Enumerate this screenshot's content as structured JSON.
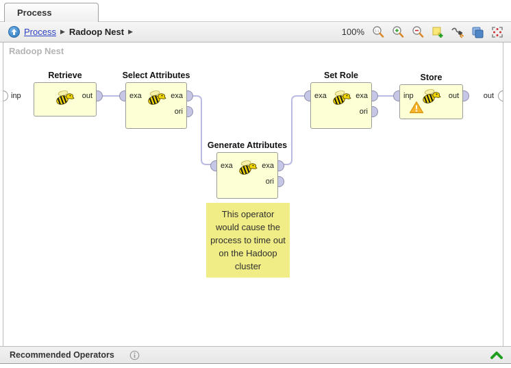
{
  "tab": {
    "label": "Process"
  },
  "breadcrumb": {
    "up_icon": "up-arrow-icon",
    "link": "Process",
    "separator": "▶",
    "current": "Radoop Nest"
  },
  "toolbar": {
    "zoom_level": "100%",
    "icons": [
      "zoom-reset-icon",
      "zoom-in-icon",
      "zoom-out-icon",
      "add-note-icon",
      "auto-wire-icon",
      "extract-subprocess-icon",
      "fit-view-icon"
    ]
  },
  "canvas": {
    "label": "Radoop Nest",
    "edge_ports": {
      "left": "inp",
      "right": "out"
    },
    "operators": [
      {
        "title": "Retrieve",
        "in_ports": [],
        "out_ports": [
          "out"
        ],
        "warning": false
      },
      {
        "title": "Select Attributes",
        "in_ports": [
          "exa"
        ],
        "out_ports": [
          "exa",
          "ori"
        ],
        "warning": false
      },
      {
        "title": "Generate Attributes",
        "in_ports": [
          "exa"
        ],
        "out_ports": [
          "exa",
          "ori"
        ],
        "warning": false
      },
      {
        "title": "Set Role",
        "in_ports": [
          "exa"
        ],
        "out_ports": [
          "exa",
          "ori"
        ],
        "warning": false
      },
      {
        "title": "Store",
        "in_ports": [
          "inp"
        ],
        "out_ports": [
          "out"
        ],
        "warning": true
      }
    ],
    "note": {
      "text": "This operator would cause the process to time out on the Hadoop cluster",
      "background": "#f1ed86"
    }
  },
  "bottom_bar": {
    "title": "Recommended Operators",
    "info_icon": "info-icon",
    "collapse_icon": "chevron-up-icon",
    "accent_green": "#1f9e1f"
  },
  "colors": {
    "operator_fill": "#fdffd4",
    "operator_border": "#9a9a9a",
    "port_fill": "#c6c6e6",
    "wire": "#b9b9e3",
    "link_blue": "#2b3fc4",
    "canvas_label_gray": "#b4b4b4",
    "warning_amber": "#f7b32b"
  }
}
